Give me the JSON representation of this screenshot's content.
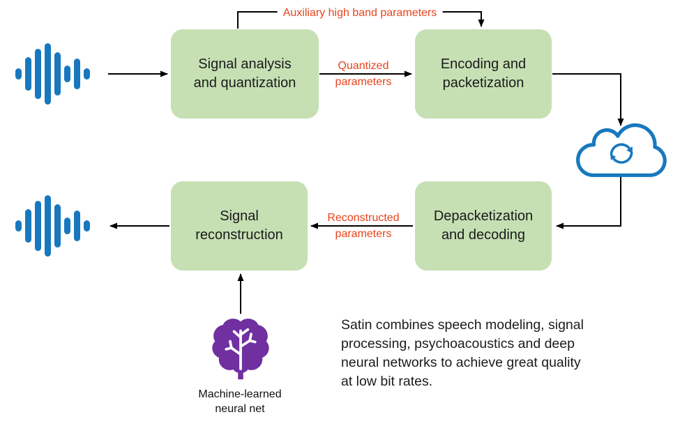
{
  "colors": {
    "box_fill": "#c6e0b4",
    "accent_red": "#e8431c",
    "icon_blue": "#1878be",
    "brain_purple": "#7030a0",
    "connector_black": "#000000"
  },
  "boxes": {
    "signal_analysis": "Signal analysis\nand quantization",
    "encoding": "Encoding and\npacketization",
    "depacketization": "Depacketization\nand decoding",
    "reconstruction": "Signal\nreconstruction"
  },
  "flow_labels": {
    "auxiliary": "Auxiliary high band parameters",
    "quantized": "Quantized\nparameters",
    "reconstructed": "Reconstructed\nparameters"
  },
  "caption": "Machine-learned\nneural net",
  "description": "Satin combines speech modeling, signal\nprocessing, psychoacoustics and deep\nneural networks to achieve great quality\nat low bit rates.",
  "icons": {
    "input_waveform": "audio-waveform",
    "output_waveform": "audio-waveform",
    "cloud": "cloud-sync",
    "brain": "machine-learned-neural-net"
  }
}
